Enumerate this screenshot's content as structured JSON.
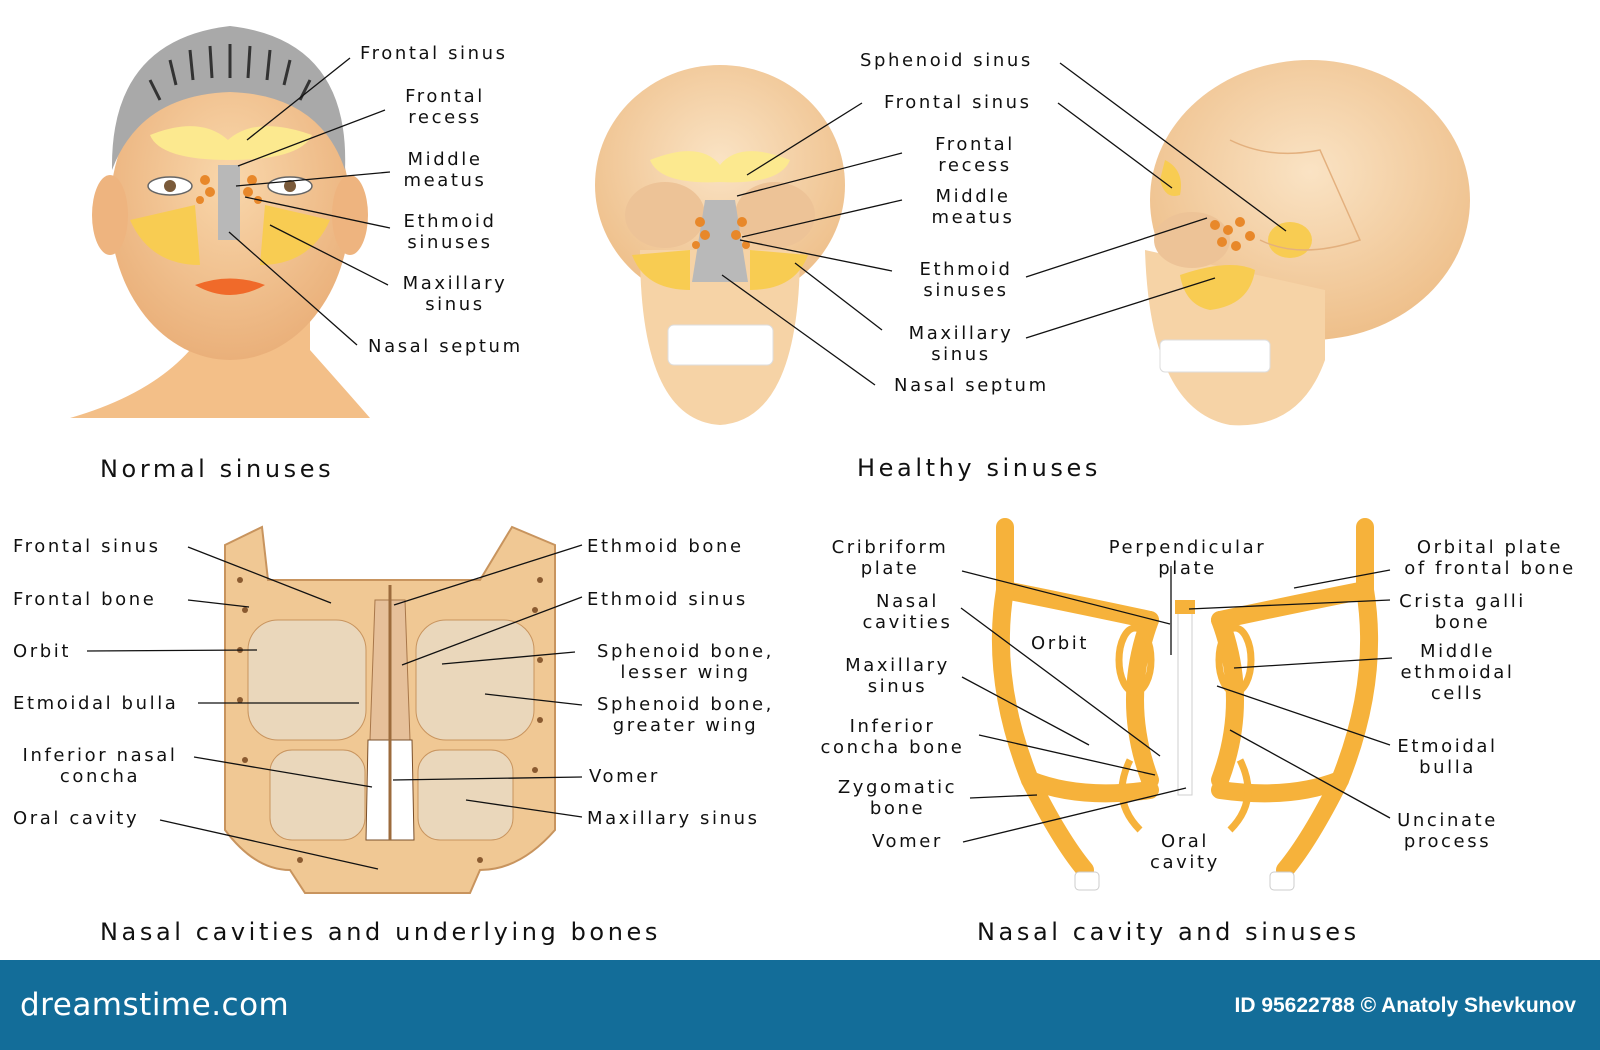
{
  "panels": {
    "normal": {
      "title": "Normal sinuses",
      "labels": {
        "frontal_sinus": "Frontal sinus",
        "frontal_recess": "Frontal\nrecess",
        "middle_meatus": "Middle\nmeatus",
        "ethmoid_sinuses": "Ethmoid\nsinuses",
        "maxillary_sinus": "Maxillary\nsinus",
        "nasal_septum": "Nasal septum"
      }
    },
    "healthy": {
      "title": "Healthy sinuses",
      "labels": {
        "sphenoid_sinus": "Sphenoid sinus",
        "frontal_sinus": "Frontal sinus",
        "frontal_recess": "Frontal\nrecess",
        "middle_meatus": "Middle\nmeatus",
        "ethmoid_sinuses": "Ethmoid\nsinuses",
        "maxillary_sinus": "Maxillary\nsinus",
        "nasal_septum": "Nasal septum"
      }
    },
    "bones": {
      "title": "Nasal cavities and underlying bones",
      "labels": {
        "frontal_sinus": "Frontal sinus",
        "frontal_bone": "Frontal bone",
        "orbit": "Orbit",
        "etmoidal_bulla": "Etmoidal bulla",
        "inferior_nasal_concha": "Inferior nasal\nconcha",
        "oral_cavity": "Oral cavity",
        "ethmoid_bone": "Ethmoid bone",
        "ethmoid_sinus": "Ethmoid sinus",
        "sphenoid_lesser": "Sphenoid bone,\nlesser wing",
        "sphenoid_greater": "Sphenoid bone,\ngreater wing",
        "vomer": "Vomer",
        "maxillary_sinus": "Maxillary sinus"
      }
    },
    "cavity": {
      "title": "Nasal cavity and sinuses",
      "labels": {
        "cribriform_plate": "Cribriform\nplate",
        "perpendicular_plate": "Perpendicular\nplate",
        "orbital_plate": "Orbital plate\nof frontal bone",
        "nasal_cavities": "Nasal\ncavities",
        "orbit": "Orbit",
        "crista_galli": "Crista galli\nbone",
        "maxillary_sinus": "Maxillary\nsinus",
        "middle_ethmoidal_cells": "Middle\nethmoidal\ncells",
        "inferior_concha_bone": "Inferior\nconcha bone",
        "etmoidal_bulla": "Etmoidal\nbulla",
        "zygomatic_bone": "Zygomatic\nbone",
        "vomer": "Vomer",
        "oral_cavity": "Oral\ncavity",
        "uncinate_process": "Uncinate\nprocess"
      }
    }
  },
  "footer": {
    "brand": "dreamstime.com",
    "credit": "ID 95622788 © Anatoly Shevkunov"
  },
  "colors": {
    "skin": "#f2c38f",
    "bone": "#f4d2a8",
    "sinus": "#f8cc52",
    "cavity_orange": "#f6b23b",
    "footer_blue": "#136d99"
  }
}
